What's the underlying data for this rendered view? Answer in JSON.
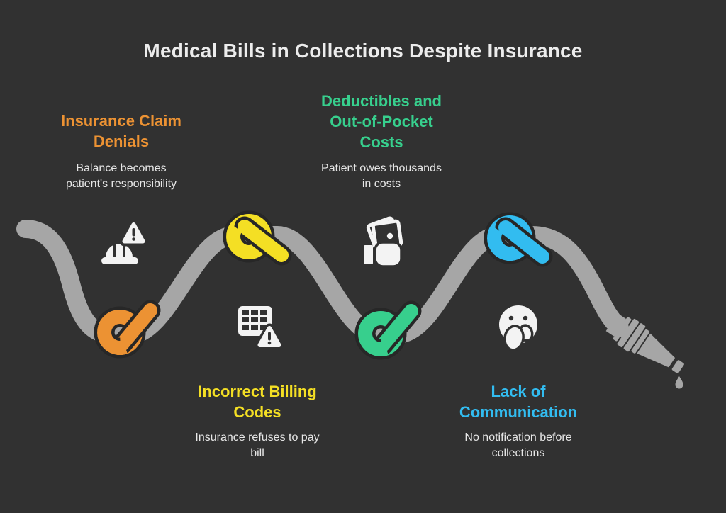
{
  "title": "Medical Bills in Collections Despite Insurance",
  "colors": {
    "bg": "#313131",
    "ink": "#ECECEC",
    "body-ink": "#E7E7E7",
    "rope": "#A6A6A6",
    "outline": "#272727",
    "icon": "#F3F3F3",
    "orange": "#EC9233",
    "yellow": "#F4DF24",
    "green": "#37CF8D",
    "blue": "#32BCF0"
  },
  "sections": [
    {
      "id": "insurance-claim-denials",
      "accent": "orange",
      "icon": "hard-hat-warning-icon",
      "heading_lines": [
        "Insurance Claim",
        "Denials"
      ],
      "body_lines": [
        "Balance becomes",
        "patient's responsibility"
      ]
    },
    {
      "id": "deductibles-out-of-pocket-costs",
      "accent": "green",
      "icon": "cash-in-hand-icon",
      "heading_lines": [
        "Deductibles and",
        "Out-of-Pocket",
        "Costs"
      ],
      "body_lines": [
        "Patient owes thousands",
        "in costs"
      ]
    },
    {
      "id": "incorrect-billing-codes",
      "accent": "yellow",
      "icon": "billing-table-warning-icon",
      "heading_lines": [
        "Incorrect Billing",
        "Codes"
      ],
      "body_lines": [
        "Insurance refuses to pay",
        "bill"
      ]
    },
    {
      "id": "lack-of-communication",
      "accent": "blue",
      "icon": "face-hand-over-mouth-icon",
      "heading_lines": [
        "Lack of",
        "Communication"
      ],
      "body_lines": [
        "No notification before",
        "collections"
      ]
    }
  ]
}
